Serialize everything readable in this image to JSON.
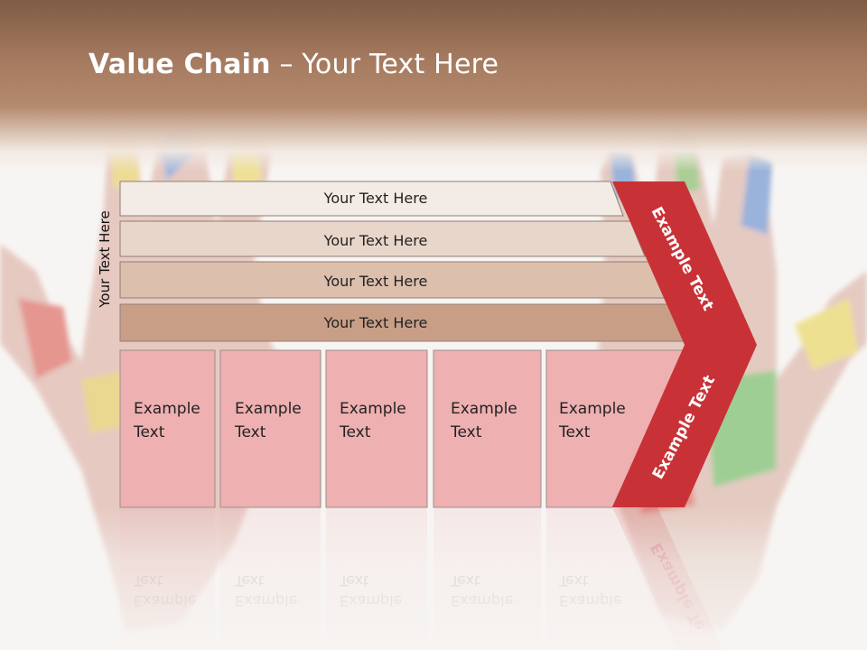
{
  "slide": {
    "title_bold": "Value Chain",
    "title_rest": " – Your Text Here"
  },
  "diagram": {
    "vertical_label": "Your Text Here",
    "rows": [
      {
        "label": "Your Text Here",
        "color": "#f3ebe5"
      },
      {
        "label": "Your Text Here",
        "color": "#e9d6ca"
      },
      {
        "label": "Your Text Here",
        "color": "#dcbfad"
      },
      {
        "label": "Your Text Here",
        "color": "#c89f86"
      }
    ],
    "boxes": [
      {
        "line1": "Example",
        "line2": "Text"
      },
      {
        "line1": "Example",
        "line2": "Text"
      },
      {
        "line1": "Example",
        "line2": "Text"
      },
      {
        "line1": "Example",
        "line2": "Text"
      },
      {
        "line1": "Example",
        "line2": "Text"
      }
    ],
    "chevron_upper_label": "Example Text",
    "chevron_lower_label": "Example Text",
    "reflection_line1": "Example",
    "reflection_line2": "Text",
    "reflection_chevron_label": "Example Te",
    "colors": {
      "chevron": "#c83236",
      "box_fill": "#eeb0b1",
      "box_stroke": "#9a8f8a",
      "row_stroke": "#8f7f74"
    }
  }
}
